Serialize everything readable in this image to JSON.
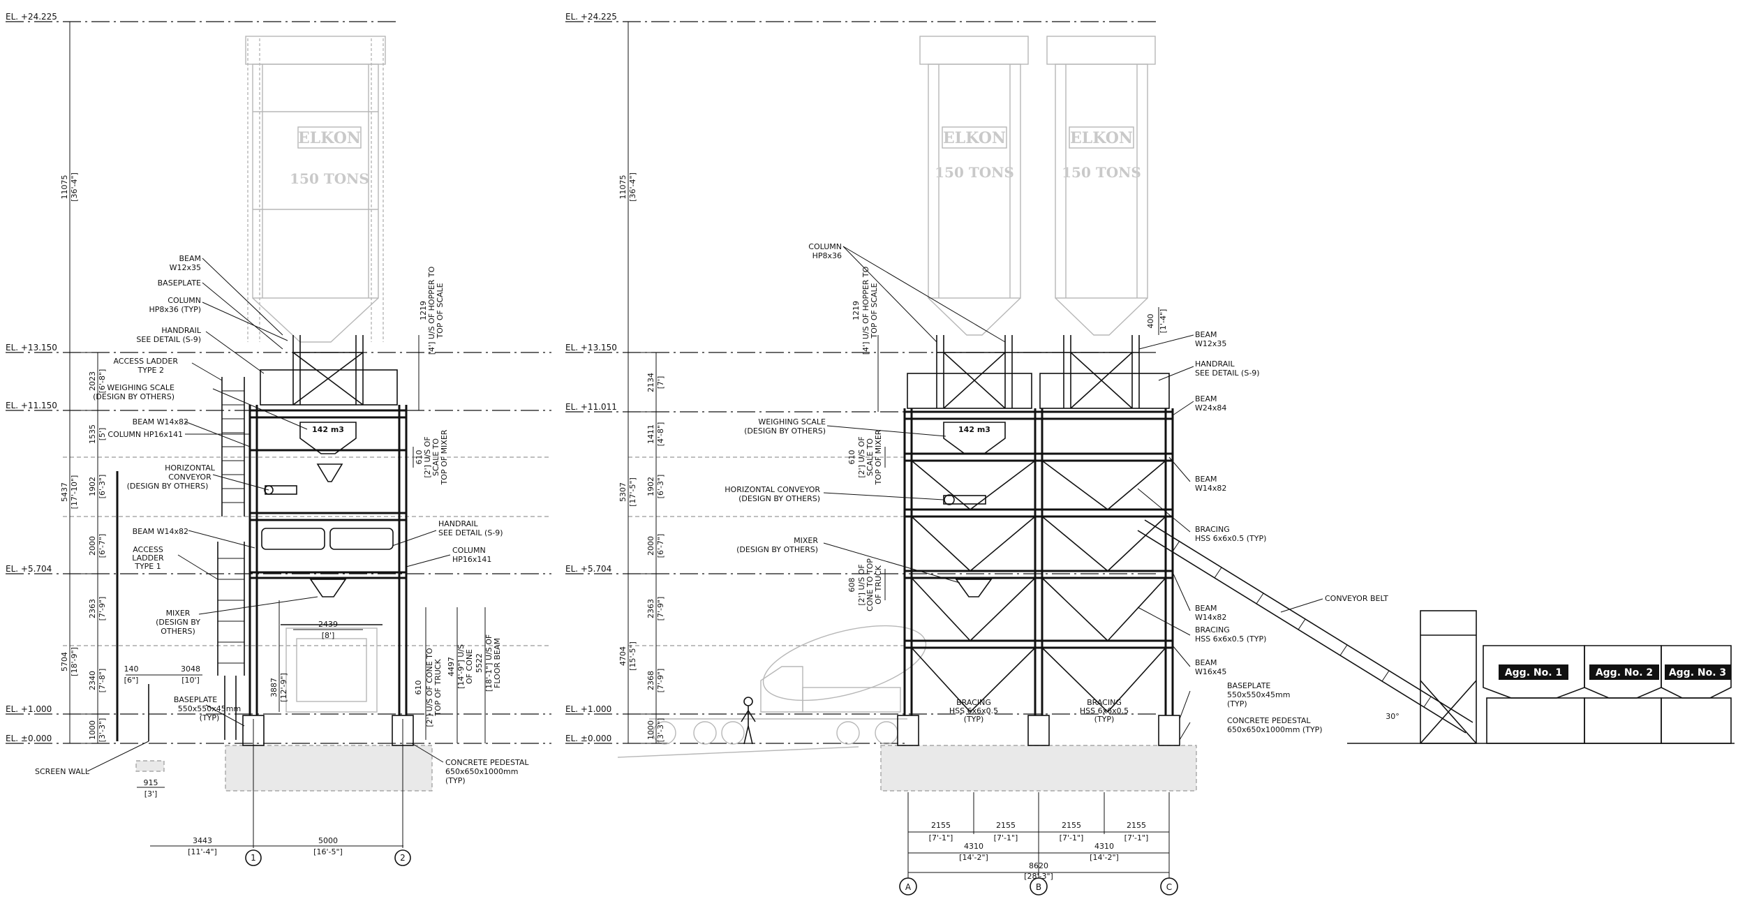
{
  "elevations_left": [
    "EL. +24.225",
    "EL. +13.150",
    "EL. +11.150",
    "EL. +5.704",
    "EL. +1.000",
    "EL. ±0.000"
  ],
  "elevations_right": [
    "EL. +24.225",
    "EL. +13.150",
    "EL. +11.011",
    "EL. +5.704",
    "EL. +1.000",
    "EL. ±0.000"
  ],
  "silo": {
    "brand": "ELKON",
    "capacity": "150 TONS"
  },
  "agg_bins": [
    "Agg. No. 1",
    "Agg. No. 2",
    "Agg. No. 3"
  ],
  "scale_tag": "142 m3",
  "left_labels": {
    "beam_w12": [
      "BEAM",
      "W12x35"
    ],
    "baseplate_top": "BASEPLATE",
    "column_hp8": [
      "COLUMN",
      "HP8x36 (TYP)"
    ],
    "handrail_top": [
      "HANDRAIL",
      "SEE DETAIL (S-9)"
    ],
    "access_ladder_2": [
      "ACCESS LADDER",
      "TYPE 2"
    ],
    "weighing_scale": [
      "WEIGHING SCALE",
      "(DESIGN BY OTHERS)"
    ],
    "beam_w14_a": "BEAM W14x82",
    "column_hp16": "COLUMN HP16x141",
    "horizontal_conveyor": [
      "HORIZONTAL",
      "CONVEYOR",
      "(DESIGN BY OTHERS)"
    ],
    "beam_w14_b": "BEAM W14x82",
    "access_ladder_1": [
      "ACCESS",
      "LADDER",
      "TYPE 1"
    ],
    "mixer": [
      "MIXER",
      "(DESIGN BY",
      "OTHERS)"
    ],
    "baseplate_low": [
      "BASEPLATE",
      "550x550x45mm",
      "(TYP)"
    ],
    "handrail_mid": [
      "HANDRAIL",
      "SEE DETAIL (S-9)"
    ],
    "column_right": [
      "COLUMN",
      "HP16x141"
    ],
    "screen_wall": "SCREEN WALL",
    "pedestal": [
      "CONCRETE PEDESTAL",
      "650x650x1000mm",
      "(TYP)"
    ],
    "note_hopper": [
      "1219",
      "[4'] U/S OF HOPPER TO",
      "TOP OF SCALE"
    ],
    "note_mixer": [
      "610",
      "[2'] U/S OF",
      "SCALE TO",
      "TOP OF MIXER"
    ],
    "note_cone": [
      "610",
      "[2'] U/S OF CONE TO",
      "TOP OF TRUCK"
    ],
    "note_cone2": [
      "4497",
      "[14'-9\"] U/S",
      "OF CONE"
    ],
    "note_floor": [
      "5522",
      "[18'-1\"] U/S OF",
      "FLOOR BEAM"
    ]
  },
  "left_dims": {
    "d11075": [
      "11075",
      "[36'-4\"]"
    ],
    "d2023": [
      "2023",
      "[6'-8\"]"
    ],
    "d1535": [
      "1535",
      "[5']"
    ],
    "d5437": [
      "5437",
      "[17'-10\"]"
    ],
    "d1902": [
      "1902",
      "[6'-3\"]"
    ],
    "d2000": [
      "2000",
      "[6'-7\"]"
    ],
    "d2363": [
      "2363",
      "[7'-9\"]"
    ],
    "d5704": [
      "5704",
      "[18'-9\"]"
    ],
    "d2340": [
      "2340",
      "[7'-8\"]"
    ],
    "d1000": [
      "1000",
      "[3'-3\"]"
    ],
    "d2439": [
      "2439",
      "[8']"
    ],
    "d3887": [
      "3887",
      "[12'-9\"]"
    ],
    "d140": [
      "140",
      "[6\"]"
    ],
    "d3048": [
      "3048",
      "[10']"
    ],
    "d915": [
      "915",
      "[3']"
    ],
    "d3443": [
      "3443",
      "[11'-4\"]"
    ],
    "d5000": [
      "5000",
      "[16'-5\"]"
    ],
    "grid": [
      "1",
      "2"
    ]
  },
  "right_labels": {
    "column_hp8": [
      "COLUMN",
      "HP8x36"
    ],
    "note_hopper": [
      "1219",
      "[4'] U/S OF HOPPER TO",
      "TOP OF SCALE"
    ],
    "note_400": [
      "400",
      "[1'-4\"]"
    ],
    "beam_w12": [
      "BEAM",
      "W12x35"
    ],
    "handrail": [
      "HANDRAIL",
      "SEE DETAIL (S-9)"
    ],
    "beam_w24": [
      "BEAM",
      "W24x84"
    ],
    "weighing_scale": [
      "WEIGHING SCALE",
      "(DESIGN BY OTHERS)"
    ],
    "horizontal_conveyor": [
      "HORIZONTAL CONVEYOR",
      "(DESIGN BY OTHERS)"
    ],
    "mixer": [
      "MIXER",
      "(DESIGN BY OTHERS)"
    ],
    "beam_w14_a": [
      "BEAM",
      "W14x82"
    ],
    "bracing_a": [
      "BRACING",
      "HSS 6x6x0.5 (TYP)"
    ],
    "conveyor_belt": "CONVEYOR BELT",
    "beam_w14_b": [
      "BEAM",
      "W14x82"
    ],
    "bracing_b": [
      "BRACING",
      "HSS 6x6x0.5 (TYP)"
    ],
    "beam_w16": [
      "BEAM",
      "W16x45"
    ],
    "baseplate": [
      "BASEPLATE",
      "550x550x45mm",
      "(TYP)"
    ],
    "pedestal": [
      "CONCRETE PEDESTAL",
      "650x650x1000mm (TYP)"
    ],
    "bracing_bay": [
      "BRACING",
      "HSS 6x6x0.5",
      "(TYP)"
    ],
    "note_mixer": [
      "610",
      "[2'] U/S OF",
      "SCALE TO",
      "TOP OF MIXER"
    ],
    "note_cone": [
      "608",
      "[2'] U/S OF",
      "CONE TO TOP",
      "OF TRUCK"
    ],
    "angle": "30°"
  },
  "right_dims": {
    "d11075": [
      "11075",
      "[36'-4\"]"
    ],
    "d2134": [
      "2134",
      "[7']"
    ],
    "d1411": [
      "1411",
      "[4'-8\"]"
    ],
    "d5307": [
      "5307",
      "[17'-5\"]"
    ],
    "d1902": [
      "1902",
      "[6'-3\"]"
    ],
    "d2000": [
      "2000",
      "[6'-7\"]"
    ],
    "d2363": [
      "2363",
      "[7'-9\"]"
    ],
    "d4704": [
      "4704",
      "[15'-5\"]"
    ],
    "d2368": [
      "2368",
      "[7'-9\"]"
    ],
    "d1000": [
      "1000",
      "[3'-3\"]"
    ],
    "d2155": [
      "2155",
      "[7'-1\"]"
    ],
    "d4310": [
      "4310",
      "[14'-2\"]"
    ],
    "d8620": [
      "8620",
      "[28'-3\"]"
    ],
    "grid": [
      "A",
      "B",
      "C"
    ]
  }
}
